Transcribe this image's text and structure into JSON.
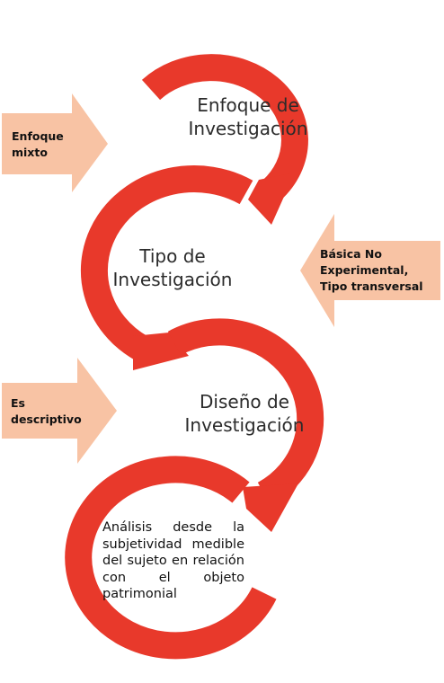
{
  "colors": {
    "loop": "#e8392b",
    "arrow_fill": "#f8c3a4",
    "text": "#2b2b2b"
  },
  "stages": [
    {
      "line1": "Enfoque de",
      "line2": "Investigación"
    },
    {
      "line1": "Tipo de",
      "line2": "Investigación"
    },
    {
      "line1": "Diseño de",
      "line2": "Investigación"
    }
  ],
  "side_arrows": [
    {
      "line1": "Enfoque",
      "line2": "mixto",
      "icon": "arrow-right-icon"
    },
    {
      "line1": "Básica No",
      "line2": "Experimental,",
      "line3": "Tipo transversal",
      "icon": "arrow-left-icon"
    },
    {
      "line1": "Es",
      "line2": "descriptivo",
      "icon": "arrow-right-icon"
    }
  ],
  "result": {
    "text": "Análisis desde la subjetividad medible del sujeto en relación con el objeto patrimonial"
  }
}
